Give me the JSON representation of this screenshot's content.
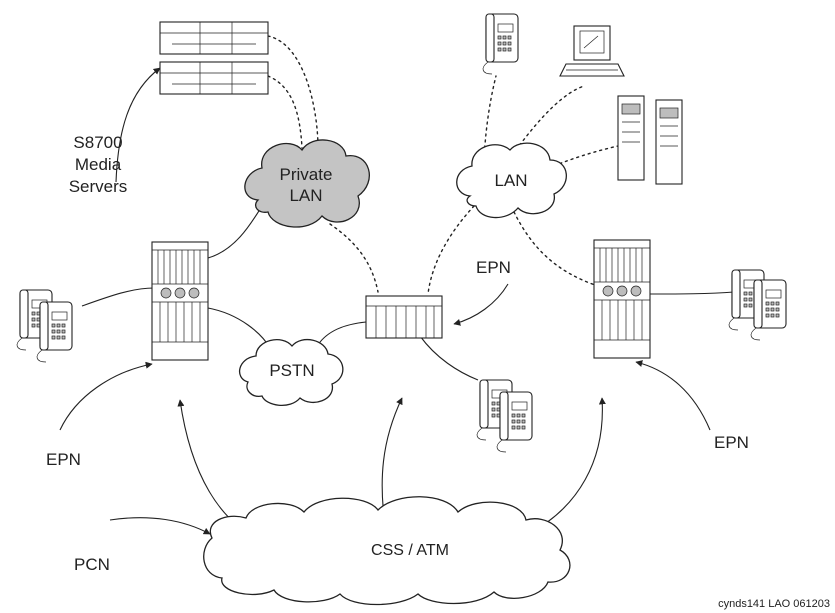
{
  "labels": {
    "servers": [
      "S8700",
      "Media",
      "Servers"
    ],
    "private_lan": [
      "Private",
      "LAN"
    ],
    "lan": "LAN",
    "pstn": "PSTN",
    "css_atm": "CSS / ATM",
    "epn_center": "EPN",
    "epn_left": "EPN",
    "epn_right": "EPN",
    "pcn": "PCN",
    "footer": "cynds141 LAO 061203"
  }
}
